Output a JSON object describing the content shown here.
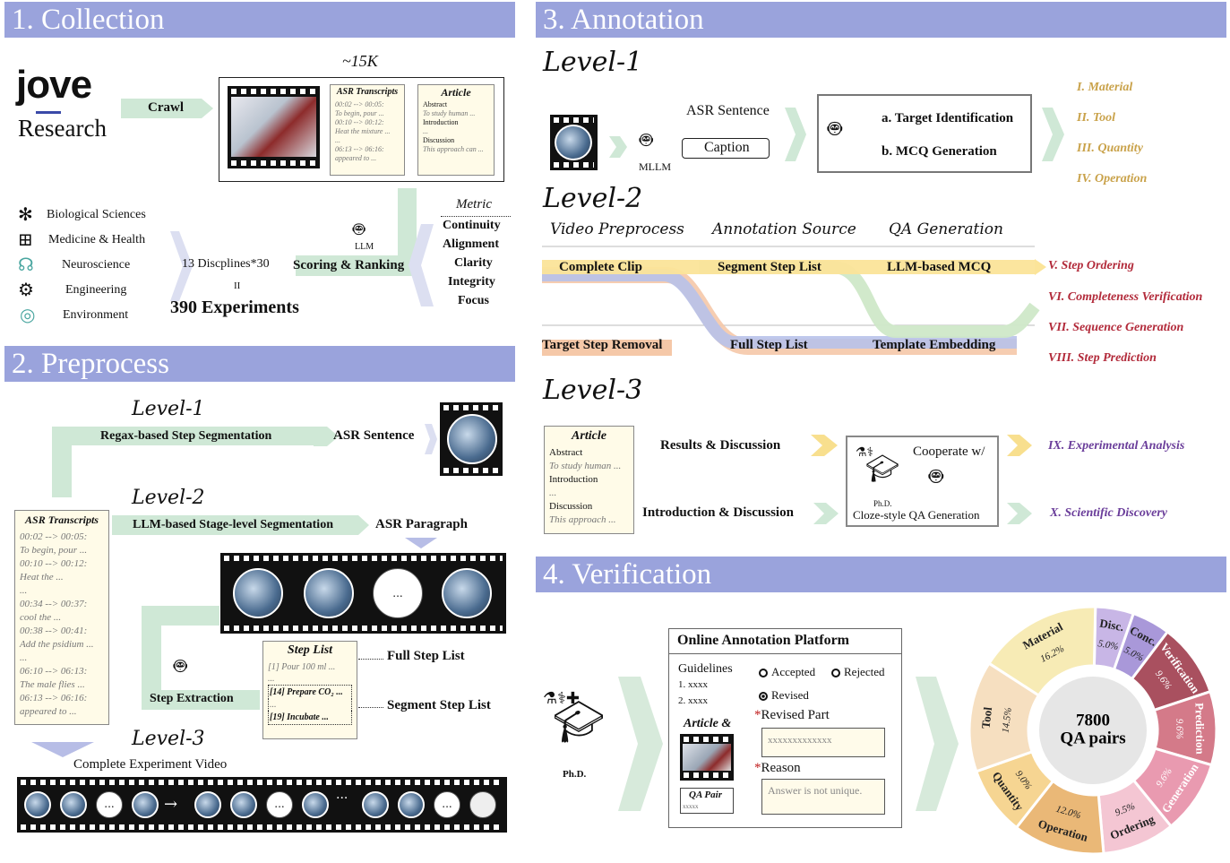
{
  "sections": {
    "collection": "1. Collection",
    "preprocess": "2. Preprocess",
    "annotation": "3. Annotation",
    "verification": "4. Verification"
  },
  "collection": {
    "logo_top": "jove",
    "logo_bottom": "Research",
    "crawl": "Crawl",
    "count": "~15K",
    "asr_title": "ASR Transcripts",
    "asr_lines": [
      "00:02 --> 00:05:",
      "To begin, pour ...",
      "00:10 --> 00:12:",
      "Heat the mixture ...",
      "...",
      "06:13 --> 06:16:",
      "appeared to ..."
    ],
    "article_title": "Article",
    "article_lines": [
      "Abstract",
      "To study human ...",
      "Introduction",
      "...",
      "Discussion",
      "This approach can ..."
    ],
    "disciplines": [
      {
        "icon": "molecule-icon",
        "label": "Biological Sciences"
      },
      {
        "icon": "medkit-icon",
        "label": "Medicine & Health"
      },
      {
        "icon": "brain-icon",
        "label": "Neuroscience"
      },
      {
        "icon": "gear-icon",
        "label": "Engineering"
      },
      {
        "icon": "location-icon",
        "label": "Environment"
      }
    ],
    "disc_count": "13 Discplines*30",
    "equals": "II",
    "experiments": "390 Experiments",
    "scoring": "Scoring & Ranking",
    "llm": "LLM",
    "metric_title": "Metric",
    "metrics": [
      "Continuity",
      "Alignment",
      "Clarity",
      "Integrity",
      "Focus"
    ]
  },
  "preprocess": {
    "level1": "Level-1",
    "regax": "Regax-based Step Segmentation",
    "asr_sentence": "ASR Sentence",
    "level2": "Level-2",
    "llm_seg": "LLM-based Stage-level Segmentation",
    "asr_paragraph": "ASR Paragraph",
    "asr_title": "ASR Transcripts",
    "asr_lines": [
      "00:02 --> 00:05:",
      "To begin, pour ...",
      "00:10 --> 00:12:",
      "Heat the ...",
      "...",
      "00:34 --> 00:37:",
      "cool the ...",
      "00:38 --> 00:41:",
      "Add the psidium ...",
      "...",
      "06:10 --> 06:13:",
      "The male flies ...",
      "06:13 --> 06:16:",
      "appeared to ..."
    ],
    "ellipsis": "...",
    "step_list_title": "Step List",
    "step_items": [
      "[1] Pour 100 ml ...",
      "...",
      "[14] Prepare CO₂ ...",
      "...",
      "[19] Incubate ..."
    ],
    "full_step_list": "Full Step List",
    "segment_step_list": "Segment Step List",
    "step_extraction": "Step Extraction",
    "level3": "Level-3",
    "complete_video": "Complete Experiment Video"
  },
  "annotation": {
    "level1": "Level-1",
    "asr_sentence": "ASR Sentence",
    "caption": "Caption",
    "mllm": "MLLM",
    "target_id": "a.  Target Identification",
    "mcq_gen": "b. MCQ Generation",
    "level2": "Level-2",
    "col_video": "Video Preprocess",
    "col_source": "Annotation Source",
    "col_qa": "QA Generation",
    "complete_clip": "Complete Clip",
    "segment_step_list": "Segment Step List",
    "llm_mcq": "LLM-based MCQ",
    "target_removal": "Target Step Removal",
    "full_step_list": "Full Step List",
    "template_embedding": "Template Embedding",
    "level3": "Level-3",
    "article_title": "Article",
    "article_lines": [
      "Abstract",
      "To study human ...",
      "Introduction",
      "...",
      "Discussion",
      "This approach ..."
    ],
    "results_disc": "Results & Discussion",
    "intro_disc": "Introduction & Discussion",
    "cooperate": "Cooperate w/",
    "phd": "Ph.D.",
    "cloze": "Cloze-style QA Generation",
    "categories": [
      {
        "label": "I. Material",
        "color": "#c9a24a"
      },
      {
        "label": "II. Tool",
        "color": "#c9a24a"
      },
      {
        "label": "III. Quantity",
        "color": "#c9a24a"
      },
      {
        "label": "IV. Operation",
        "color": "#c9a24a"
      },
      {
        "label": "V. Step Ordering",
        "color": "#b22a3a"
      },
      {
        "label": "VI. Completeness Verification",
        "color": "#b22a3a"
      },
      {
        "label": "VII. Sequence Generation",
        "color": "#b22a3a"
      },
      {
        "label": "VIII. Step Prediction",
        "color": "#b22a3a"
      },
      {
        "label": "IX. Experimental Analysis",
        "color": "#6a3d9a"
      },
      {
        "label": "X. Scientific Discovery",
        "color": "#6a3d9a"
      }
    ]
  },
  "verification": {
    "phd": "Ph.D.",
    "platform_title": "Online Annotation Platform",
    "guidelines": "Guidelines",
    "g1": "1.  xxxx",
    "g2": "2.  xxxx",
    "accepted": "Accepted",
    "rejected": "Rejected",
    "revised": "Revised",
    "revised_part": "Revised Part",
    "revised_val": "xxxxxxxxxxxxx",
    "reason": "Reason",
    "reason_val": "Answer is not unique.",
    "article_amp": "Article &",
    "qa_pair": "QA Pair",
    "qa_small": "xxxxx",
    "star": "*"
  },
  "chart_data": {
    "type": "pie",
    "center_value": "7800",
    "center_label": "QA pairs",
    "slices": [
      {
        "name": "Disc.",
        "value": 5.0,
        "label": "5.0%",
        "color": "#c8b6e6"
      },
      {
        "name": "Conc.",
        "value": 5.0,
        "label": "5.0%",
        "color": "#a998d9"
      },
      {
        "name": "Verification",
        "value": 9.6,
        "label": "9.6%",
        "color": "#a9505f"
      },
      {
        "name": "Prediction",
        "value": 9.6,
        "label": "9.6%",
        "color": "#d47a89"
      },
      {
        "name": "Generation",
        "value": 9.6,
        "label": "9.6%",
        "color": "#e99ab0"
      },
      {
        "name": "Ordering",
        "value": 9.5,
        "label": "9.5%",
        "color": "#f4c6d3"
      },
      {
        "name": "Operation",
        "value": 12.0,
        "label": "12.0%",
        "color": "#eab877"
      },
      {
        "name": "Quantity",
        "value": 9.0,
        "label": "9.0%",
        "color": "#f6d592"
      },
      {
        "name": "Tool",
        "value": 14.5,
        "label": "14.5%",
        "color": "#f6dfc0"
      },
      {
        "name": "Material",
        "value": 16.2,
        "label": "16.2%",
        "color": "#f7ebb5"
      }
    ]
  }
}
